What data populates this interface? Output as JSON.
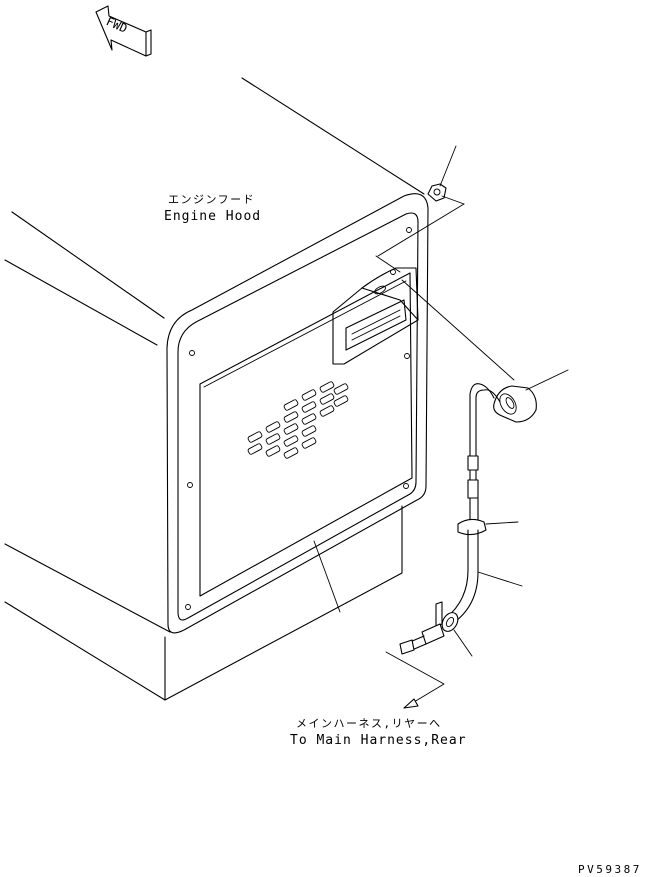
{
  "fwd_symbol": {
    "text": "FWD"
  },
  "labels": {
    "engine_hood_jp": "エンジンフード",
    "engine_hood_en": "Engine Hood",
    "harness_jp": "メインハーネス,リヤーへ",
    "harness_en": "To Main Harness,Rear"
  },
  "drawing_code": "PV59387",
  "colors": {
    "line": "#000000",
    "background": "#ffffff"
  }
}
